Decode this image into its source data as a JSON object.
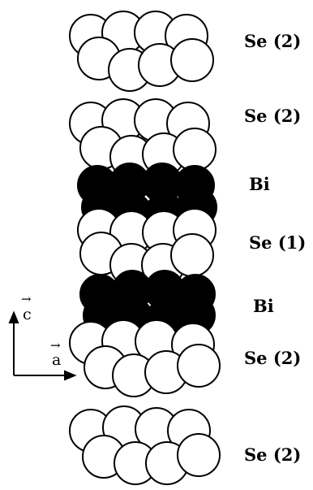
{
  "layers": [
    {
      "label": "Se (2)",
      "atom": "Se",
      "fill": "#ffffff"
    },
    {
      "label": "Se (2)",
      "atom": "Se",
      "fill": "#ffffff"
    },
    {
      "label": "Bi",
      "atom": "Bi",
      "fill": "#000000"
    },
    {
      "label": "Se (1)",
      "atom": "Se",
      "fill": "#ffffff"
    },
    {
      "label": "Bi",
      "atom": "Bi",
      "fill": "#000000"
    },
    {
      "label": "Se (2)",
      "atom": "Se",
      "fill": "#ffffff"
    },
    {
      "label": "Se (2)",
      "atom": "Se",
      "fill": "#ffffff"
    }
  ],
  "axes": {
    "c_label": "c",
    "a_label": "a",
    "vector_arrow": "→"
  },
  "colors": {
    "selenium": "#ffffff",
    "bismuth": "#000000",
    "outline": "#000000"
  }
}
